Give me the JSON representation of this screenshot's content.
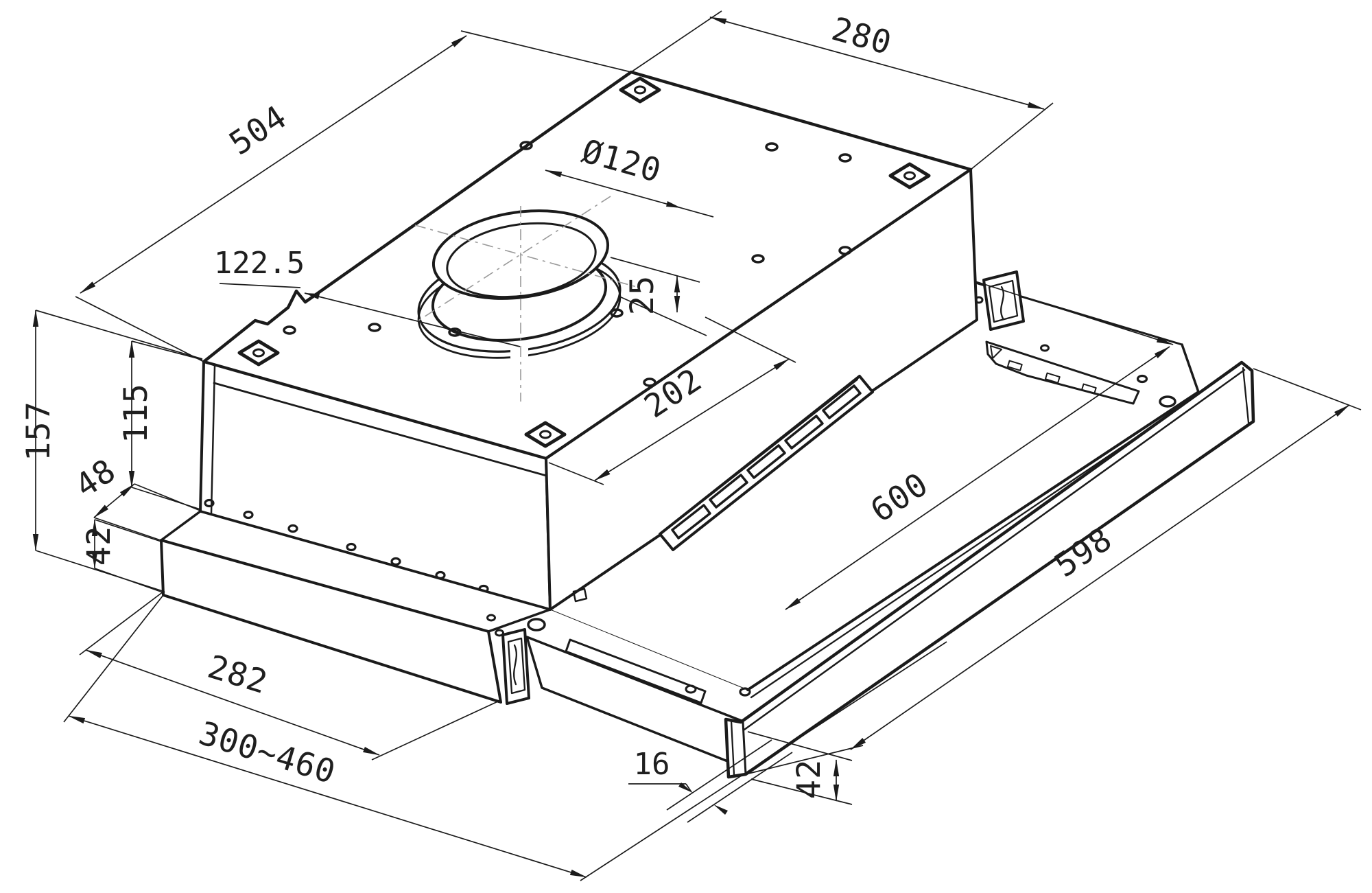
{
  "drawing": {
    "kind": "isometric-dimension-drawing",
    "line_color": "#1b1b1b",
    "background_color": "#ffffff",
    "centerline_color": "#9a9a9a"
  },
  "dims": {
    "d280": "280",
    "d504": "504",
    "dia120": "Ø120",
    "d122_5": "122.5",
    "d25": "25",
    "d202": "202",
    "d157": "157",
    "d115": "115",
    "d48": "48",
    "d42_left": "42",
    "d282": "282",
    "d300_460": "300~460",
    "d600": "600",
    "d598": "598",
    "d16": "16",
    "d42_right": "42"
  }
}
